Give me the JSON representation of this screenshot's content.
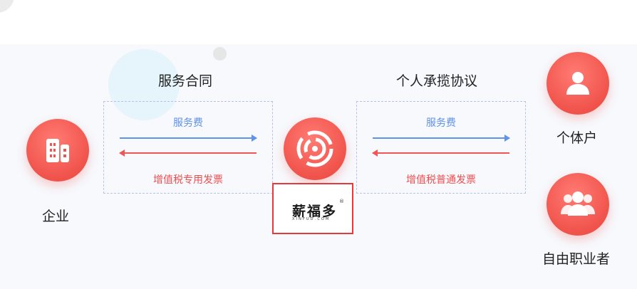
{
  "left_party": {
    "label": "企业",
    "icon": "building-icon"
  },
  "right_parties": [
    {
      "label": "个体户",
      "icon": "person-icon"
    },
    {
      "label": "自由职业者",
      "icon": "group-icon"
    }
  ],
  "left_flow": {
    "title": "服务合同",
    "fee_label": "服务费",
    "invoice_label": "增值税专用发票"
  },
  "right_flow": {
    "title": "个人承揽协议",
    "fee_label": "服务费",
    "invoice_label": "增值税普通发票"
  },
  "center": {
    "icon": "swirl-logo-icon",
    "brand_name": "薪福多",
    "brand_reg": "®",
    "brand_sub": "XINFUD.COM"
  },
  "colors": {
    "primary_red": "#f0534b",
    "fee_blue": "#5e90e8",
    "invoice_red": "#ef4e4e",
    "highlight_border": "#e33b3b"
  }
}
